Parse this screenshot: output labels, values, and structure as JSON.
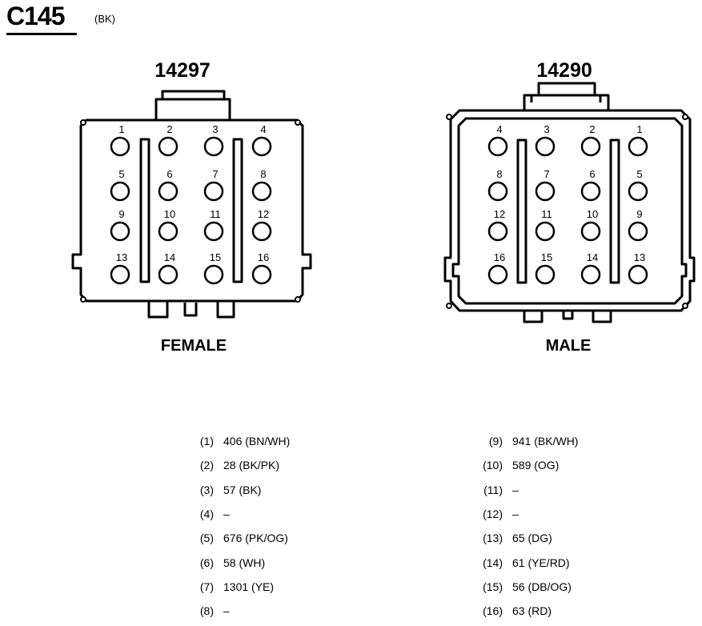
{
  "header": {
    "connector": "C145",
    "color_code": "(BK)"
  },
  "connectors": [
    {
      "part_number": "14297",
      "label": "FEMALE",
      "pin_rows": [
        [
          "1",
          "2",
          "3",
          "4"
        ],
        [
          "5",
          "6",
          "7",
          "8"
        ],
        [
          "9",
          "10",
          "11",
          "12"
        ],
        [
          "13",
          "14",
          "15",
          "16"
        ]
      ]
    },
    {
      "part_number": "14290",
      "label": "MALE",
      "pin_rows": [
        [
          "4",
          "3",
          "2",
          "1"
        ],
        [
          "8",
          "7",
          "6",
          "5"
        ],
        [
          "12",
          "11",
          "10",
          "9"
        ],
        [
          "16",
          "15",
          "14",
          "13"
        ]
      ]
    }
  ],
  "pinout_left": [
    {
      "pin": "(1)",
      "circuit": "406 (BN/WH)"
    },
    {
      "pin": "(2)",
      "circuit": "28 (BK/PK)"
    },
    {
      "pin": "(3)",
      "circuit": "57 (BK)"
    },
    {
      "pin": "(4)",
      "circuit": "–"
    },
    {
      "pin": "(5)",
      "circuit": "676 (PK/OG)"
    },
    {
      "pin": "(6)",
      "circuit": "58 (WH)"
    },
    {
      "pin": "(7)",
      "circuit": "1301 (YE)"
    },
    {
      "pin": "(8)",
      "circuit": "–"
    }
  ],
  "pinout_right": [
    {
      "pin": "(9)",
      "circuit": "941 (BK/WH)"
    },
    {
      "pin": "(10)",
      "circuit": "589 (OG)"
    },
    {
      "pin": "(11)",
      "circuit": "–"
    },
    {
      "pin": "(12)",
      "circuit": "–"
    },
    {
      "pin": "(13)",
      "circuit": "65 (DG)"
    },
    {
      "pin": "(14)",
      "circuit": "61 (YE/RD)"
    },
    {
      "pin": "(15)",
      "circuit": "56 (DB/OG)"
    },
    {
      "pin": "(16)",
      "circuit": "63 (RD)"
    }
  ]
}
